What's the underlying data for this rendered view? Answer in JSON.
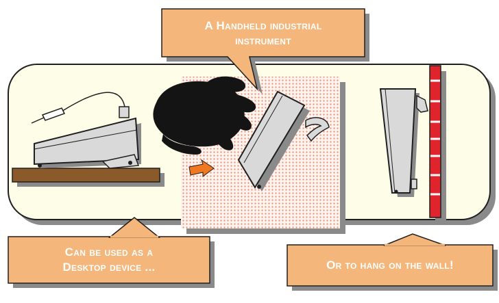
{
  "captions": {
    "top": {
      "line1": "A Handheld industrial",
      "line2": "instrument"
    },
    "left": {
      "line1": "Can be used as a",
      "line2": "Desktop device ..."
    },
    "right": {
      "line1": "Or to hang on the wall!"
    }
  },
  "colors": {
    "callout_fill": "#f4b67a",
    "callout_stroke": "#1f1f1f",
    "shadow": "#8a8a8a",
    "panel_fill": "#fdfde8",
    "dot_pattern": "#f08a6a",
    "device_fill": "#d9d9d9",
    "wood": "#8b5a2b",
    "wall_red": "#e0242c",
    "arrow": "#f07820",
    "caption_text": "#ffffff"
  }
}
